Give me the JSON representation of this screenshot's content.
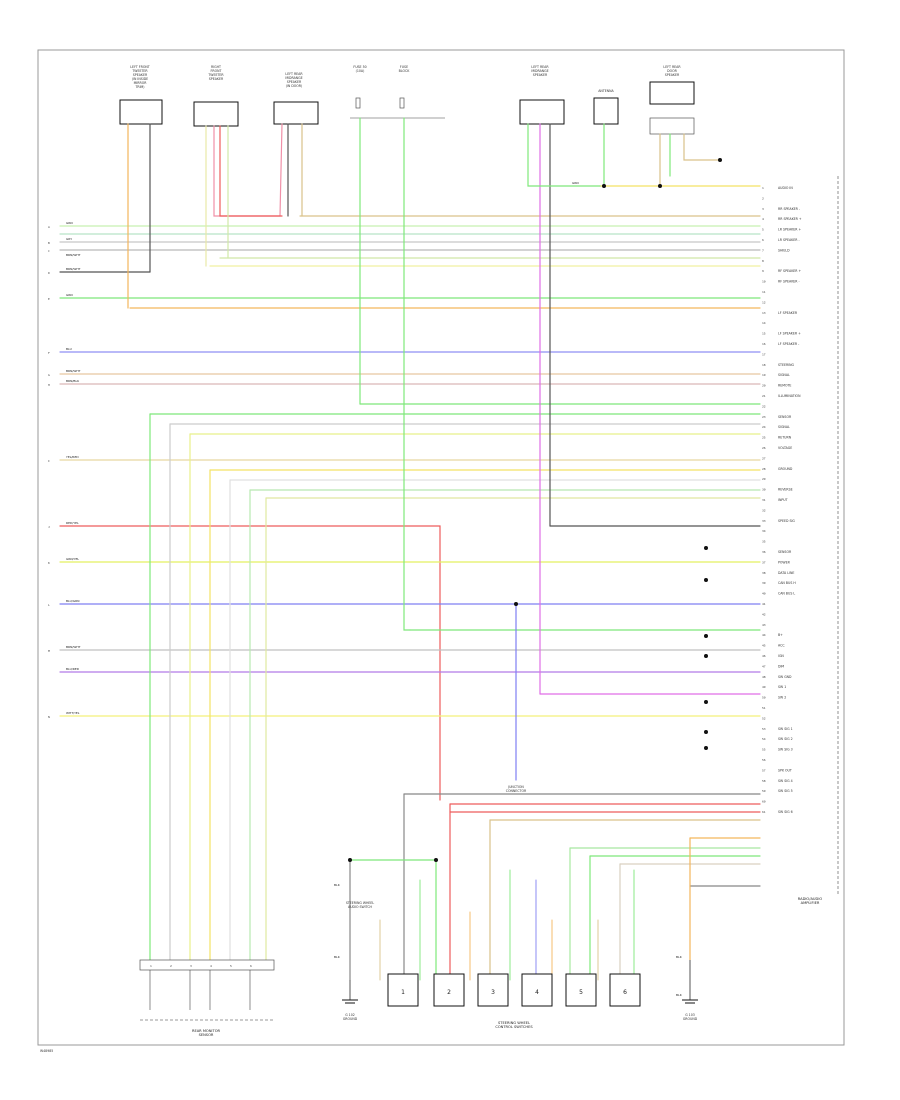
{
  "figure_id": "W48985",
  "colors": {
    "yellow": "#f4e264",
    "green": "#7ee87a",
    "light_green": "#c8f0b0",
    "blue": "#7f7ff2",
    "red": "#ee5c5c",
    "pink": "#f090a8",
    "magenta": "#e06ee6",
    "gray": "#a0a0a0",
    "light_gray": "#d6d6d6",
    "black": "#333333",
    "tan": "#d9c28a",
    "orange": "#f3b65c",
    "violet": "#b27be8"
  },
  "components": {
    "lf_tweeter": "LEFT FRONT\nTWEETER\nSPEAKER\n(IN INSIDE\nMIRROR\nTRIM)",
    "right_speaker": "RIGHT\nFRONT\nTWEETER\nSPEAKER",
    "lr_speaker": "LEFT REAR\nMIDRANGE\nSPEAKER\n(IN DOOR)",
    "fuses": "FUSE 50\n(10A)",
    "fuse_block": "FUSE\nBLOCK",
    "lr_midrange": "LEFT REAR\nMIDRANGE\nSPEAKER",
    "antenna": "ANTENNA",
    "rr_speaker": "LEFT REAR\nDOOR\nSPEAKER",
    "radio": "RADIO/AUDIO\nAMPLIFIER",
    "rear_sensor": "REAR MONITOR\nSENSOR",
    "ground_left": "G 102\nGROUND",
    "control_switches": "STEERING WHEEL\nCONTROL SWITCHES",
    "ground_right": "G 103\nGROUND",
    "junction": "JUNCTION\nCONNECTOR",
    "steering_label": "STEERING WHEEL\nAUDIO SWITCH"
  },
  "wire_tags": {
    "w1": "GRN",
    "w2": "GRY",
    "w3": "BRN/WHT",
    "w4": "BRN/WHT",
    "w5": "GRN",
    "w6": "BLU",
    "w7": "BRN/WHT",
    "w8": "BRN/BLK",
    "w9": "YEL/RED",
    "w10": "RED/YEL",
    "w11": "GRN/YEL",
    "w12": "BLU/GRN",
    "w13": "BRN/WHT",
    "w14": "BLU/RED",
    "w15": "WHT/YEL",
    "w16": "GRN",
    "w17": "BLK",
    "w18": "BLK",
    "w19": "BLK",
    "w20": "BLK"
  },
  "right_labels": [
    "AUDIO IN",
    "",
    "RR SPEAKER -",
    "RR SPEAKER +",
    "LR SPEAKER +",
    "LR SPEAKER -",
    "SHIELD",
    "",
    "RF SPEAKER +",
    "RF SPEAKER -",
    "",
    "",
    "LF SPEAKER",
    "",
    "LF SPEAKER +",
    "LF SPEAKER -",
    "",
    "STEERING",
    "SIGNAL",
    "REMOTE",
    "ILLUMINATION",
    "",
    "SENSOR",
    "SIGNAL",
    "RETURN",
    "VOLTAGE",
    "",
    "GROUND",
    "",
    "REVERSE",
    "INPUT",
    "",
    "SPEED SIG",
    "",
    "",
    "SENSOR",
    "POWER",
    "DATA LINE",
    "CAN BUS H",
    "CAN BUS L",
    "",
    "",
    "",
    "B+",
    "ACC",
    "IGN",
    "DIM",
    "SW GND",
    "SW 1",
    "SW 2",
    "",
    "",
    "SW SIG 1",
    "SW SIG 2",
    "SW SIG 3",
    "",
    "SPK OUT",
    "SW SIG 4",
    "SW SIG 5",
    "",
    "SW SIG 6"
  ],
  "switch_labels": {
    "s1": "1",
    "s2": "2",
    "s3": "3",
    "s4": "4",
    "s5": "5",
    "s6": "6"
  },
  "sensor_pins": {
    "p1": "1",
    "p2": "2",
    "p3": "3",
    "p4": "4",
    "p5": "5",
    "p6": "6"
  },
  "left_pins": {
    "a": "A",
    "b": "B",
    "c": "C",
    "d": "D",
    "e": "E",
    "f": "F",
    "g": "G",
    "h": "H",
    "i": "I",
    "j": "J",
    "k": "K",
    "l": "L",
    "m": "M",
    "n": "N"
  }
}
